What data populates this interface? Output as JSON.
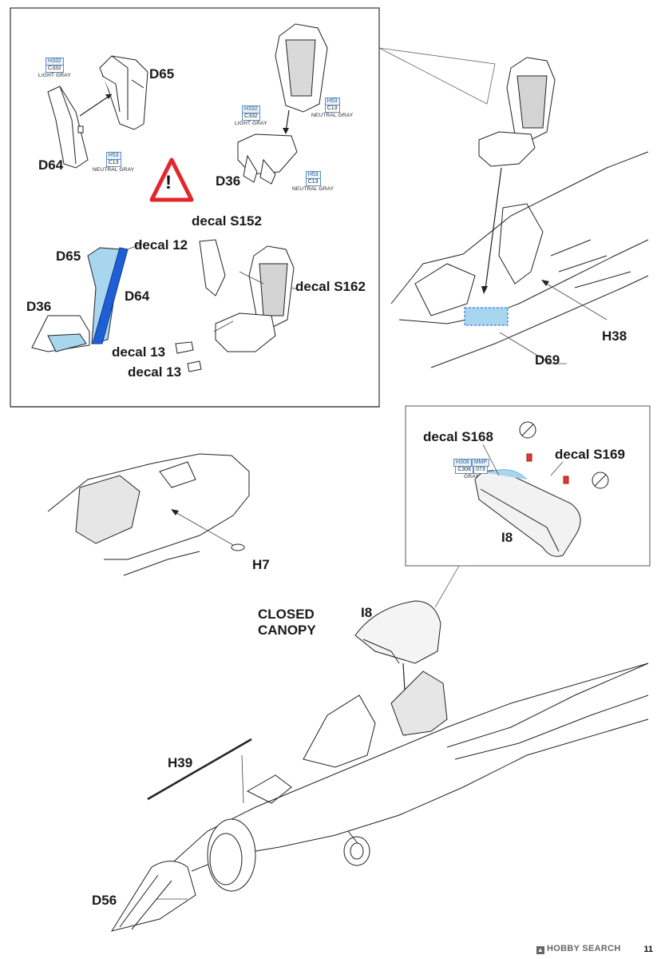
{
  "page": {
    "number": "11"
  },
  "watermark": {
    "text": "HOBBY SEARCH"
  },
  "top_left_panel": {
    "labels": {
      "d65": "D65",
      "d64": "D64",
      "d36": "D36",
      "d65_b": "D65",
      "d64_b": "D64",
      "d36_b": "D36",
      "decal_s152": "decal S152",
      "decal_12": "decal 12",
      "decal_s162": "decal S162",
      "decal_13a": "decal 13",
      "decal_13b": "decal 13"
    },
    "paint_chips": [
      {
        "code1": "H332",
        "code2": "C332",
        "name": "LIGHT GRAY"
      },
      {
        "code1": "H53",
        "code2": "C13",
        "name": "NEUTRAL GRAY"
      },
      {
        "code1": "H332",
        "code2": "C332",
        "name": "LIGHT GRAY"
      },
      {
        "code1": "H53",
        "code2": "C13",
        "name": "NEUTRAL GRAY"
      },
      {
        "code1": "H53",
        "code2": "C13",
        "name": "NEUTRAL GRAY"
      }
    ],
    "warning_icon": "!"
  },
  "top_right_panel": {
    "labels": {
      "h38": "H38",
      "d69": "D69"
    }
  },
  "inset_panel": {
    "labels": {
      "decal_s168": "decal S168",
      "decal_s169": "decal S169",
      "i8": "I8"
    },
    "paint_chip": {
      "code1": "H308",
      "code1b": "MMP",
      "code2": "C308",
      "code2b": "073",
      "name": "GRAY"
    }
  },
  "bottom_section": {
    "labels": {
      "h7": "H7",
      "closed_canopy_1": "CLOSED",
      "closed_canopy_2": "CANOPY",
      "i8": "I8",
      "h39": "H39",
      "d56": "D56"
    }
  },
  "colors": {
    "highlight_blue": "#1f5fd6",
    "light_blue": "#a9d6ef",
    "warning_red": "#e3262b",
    "decal_red": "#e03a2e"
  }
}
